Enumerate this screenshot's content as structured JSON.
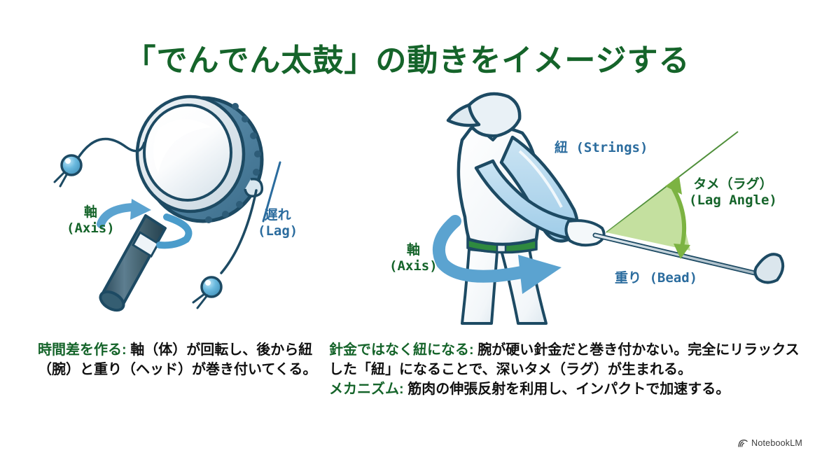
{
  "title": "「でんでん太鼓」の動きをイメージする",
  "colors": {
    "green": "#15642a",
    "blue": "#2b6c9e",
    "arrow_blue": "#6aafd8",
    "arrow_blue_dark": "#2d7fb8",
    "lag_wedge_green": "#aed581",
    "lag_arrow_green": "#7cb342",
    "body_text": "#101010",
    "background": "#ffffff",
    "drum_body": "#5b8ba8",
    "drum_outline": "#1d4a63",
    "bead_blue": "#63b3dd"
  },
  "illustrations": {
    "drum": {
      "name": "den-den-daiko",
      "labels": {
        "axis": {
          "jp": "軸",
          "en": "(Axis)"
        },
        "lag": {
          "jp": "遅れ",
          "en": "(Lag)"
        }
      }
    },
    "golfer": {
      "name": "golf-swing",
      "labels": {
        "strings": {
          "jp": "紐",
          "en": "(Strings)"
        },
        "lag_angle": {
          "jp": "タメ（ラグ）",
          "en": "(Lag Angle)"
        },
        "axis": {
          "jp": "軸",
          "en": "(Axis)"
        },
        "bead": {
          "jp": "重り",
          "en": "(Bead)"
        }
      }
    }
  },
  "captions": {
    "left": [
      {
        "key": "時間差を作る:",
        "text": " 軸（体）が回転し、後から紐（腕）と重り（ヘッド）が巻き付いてくる。"
      }
    ],
    "right": [
      {
        "key": "針金ではなく紐になる:",
        "text": " 腕が硬い針金だと巻き付かない。完全にリラックスした「紐」になることで、深いタメ（ラグ）が生まれる。"
      },
      {
        "key": "メカニズム:",
        "text": " 筋肉の伸張反射を利用し、インパクトで加速する。"
      }
    ]
  },
  "watermark": {
    "icon": "notebooklm-logo-icon",
    "text": "NotebookLM"
  }
}
